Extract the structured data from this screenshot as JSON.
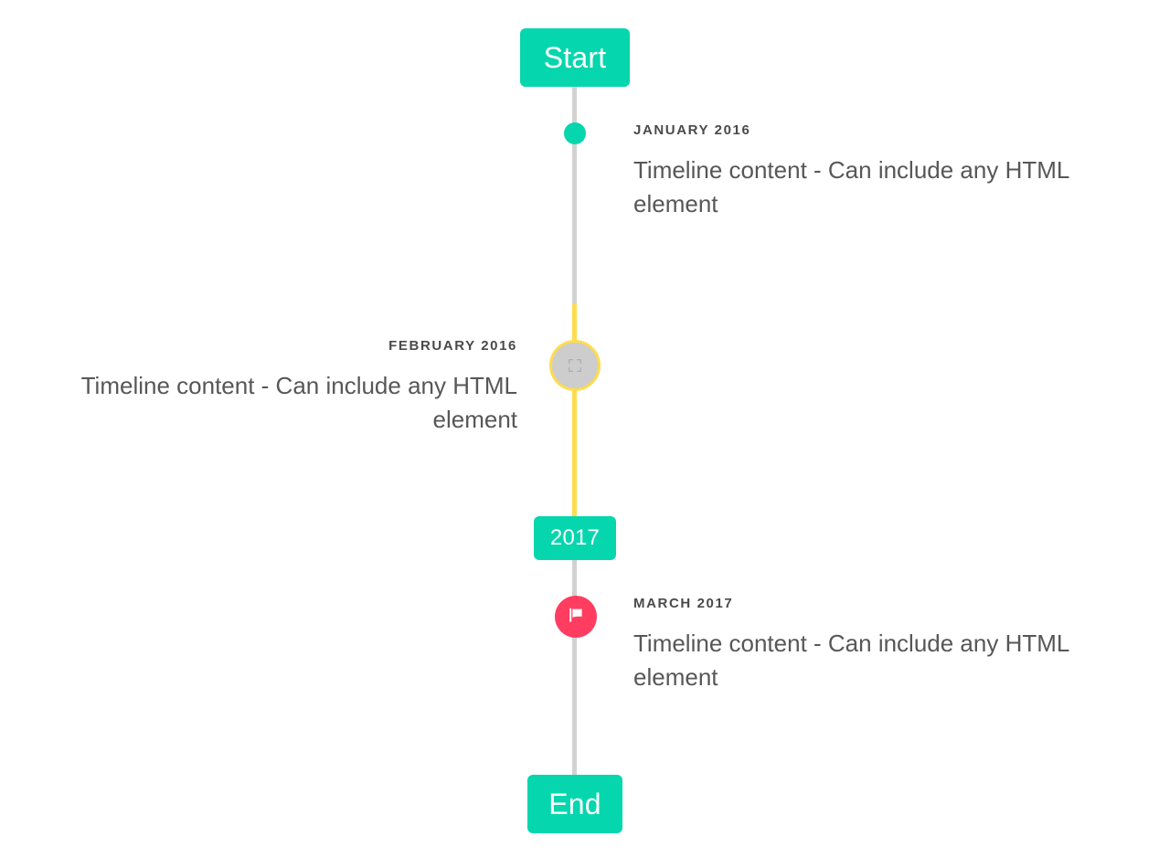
{
  "theme": {
    "accent_teal": "#05d6ae",
    "accent_yellow": "#ffdc4e",
    "accent_pink": "#ff3d60",
    "line_gray": "#d2d2d2",
    "marker_gray": "#cdcdcd",
    "text_dark": "#4a4a4a",
    "text_body": "#575757",
    "background": "#ffffff"
  },
  "timeline": {
    "start_label": "Start",
    "middle_label": "2017",
    "end_label": "End",
    "entries": [
      {
        "date": "JANUARY 2016",
        "body": "Timeline content - Can include any HTML element",
        "side": "right",
        "marker": "dot-icon",
        "marker_color": "#05d6ae"
      },
      {
        "date": "FEBRUARY 2016",
        "body": "Timeline content - Can include any HTML element",
        "side": "left",
        "marker": "broken-image-icon",
        "marker_color": "#cdcdcd",
        "marker_ring_color": "#ffdc4e"
      },
      {
        "date": "MARCH 2017",
        "body": "Timeline content - Can include any HTML element",
        "side": "right",
        "marker": "flag-icon",
        "marker_color": "#ff3d60"
      }
    ]
  }
}
